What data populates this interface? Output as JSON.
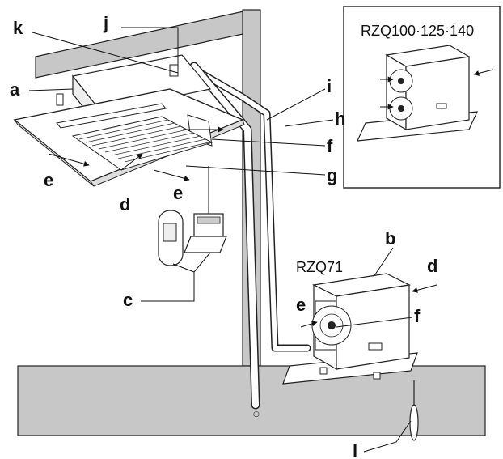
{
  "inset_model": "RZQ100·125·140",
  "outdoor_model": "RZQ71",
  "labels": {
    "a": "a",
    "b": "b",
    "c": "c",
    "d": "d",
    "e": "e",
    "f": "f",
    "g": "g",
    "h": "h",
    "i": "i",
    "j": "j",
    "k": "k",
    "l": "l"
  }
}
